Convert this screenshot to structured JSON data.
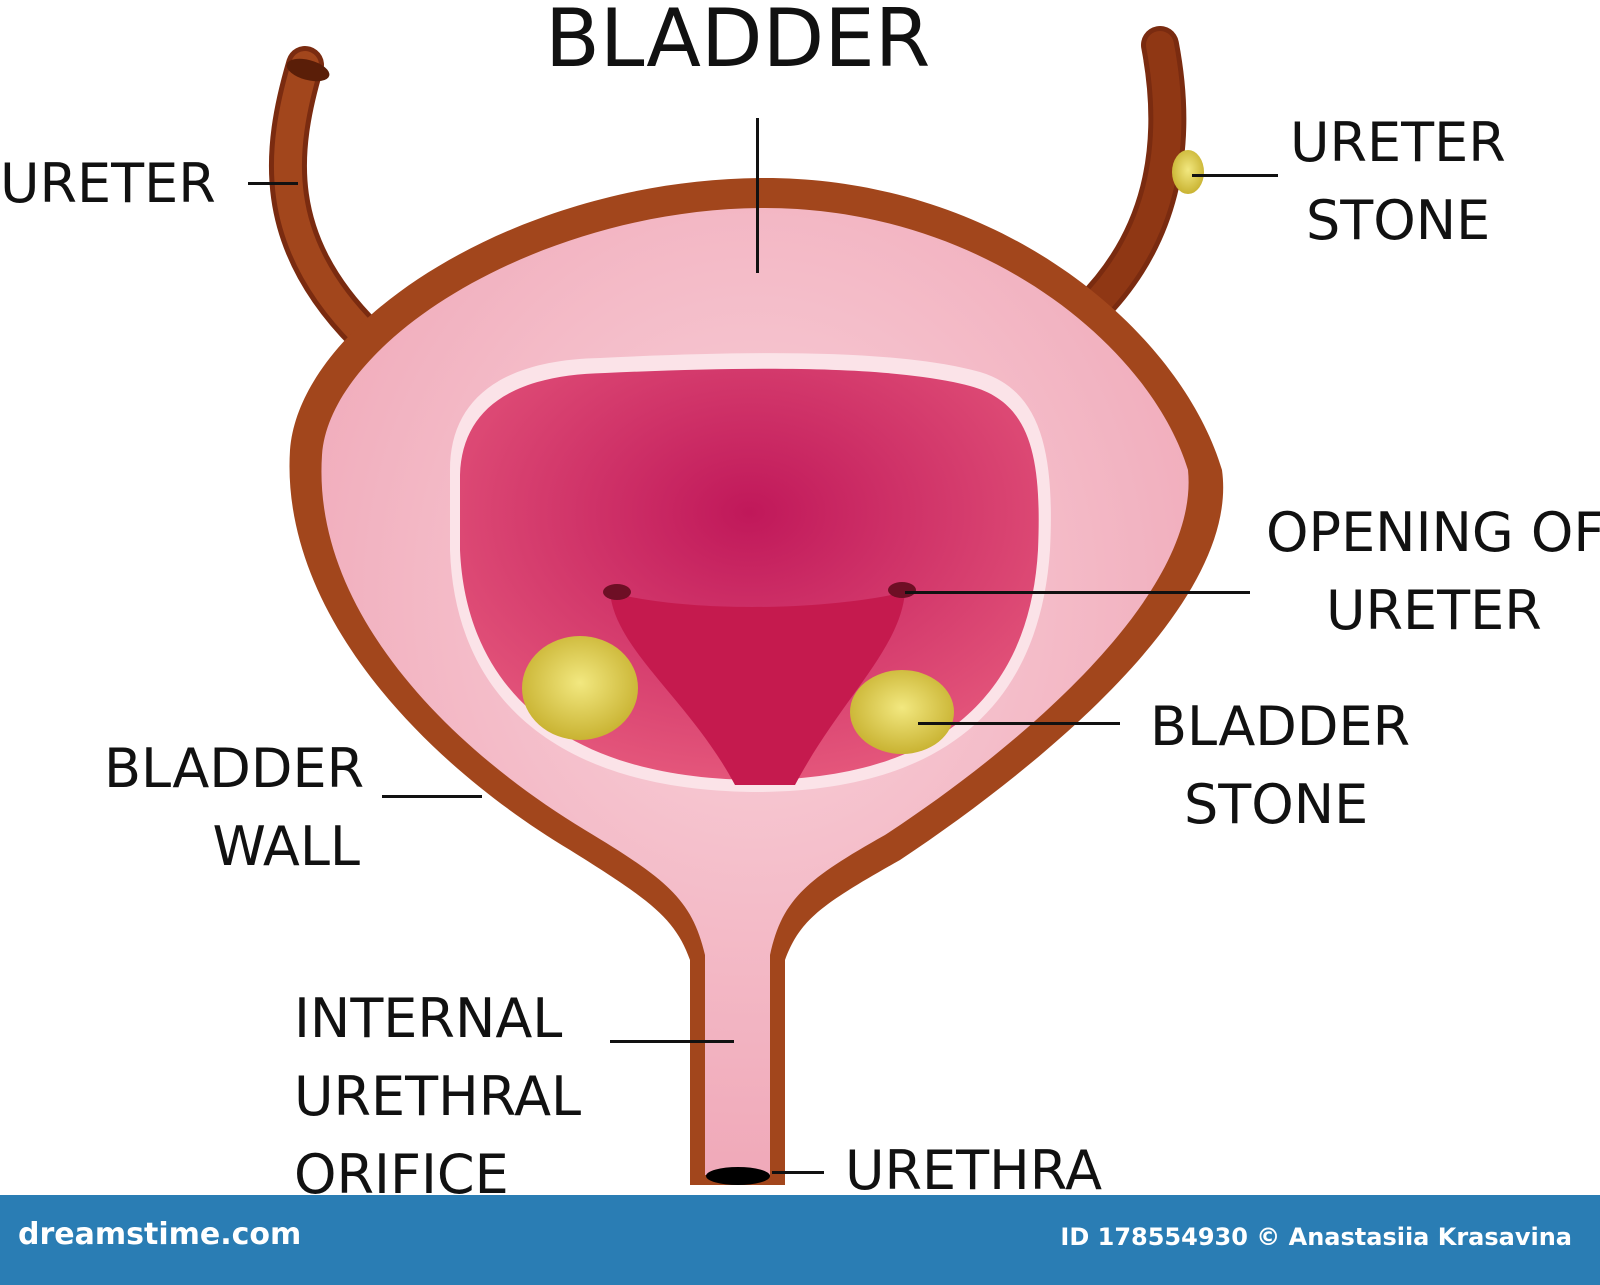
{
  "title": "BLADDER",
  "labels": {
    "ureter": "URETER",
    "ureter_stone": [
      "URETER",
      "STONE"
    ],
    "opening_of_ureter": [
      "OPENING OF",
      "URETER"
    ],
    "bladder_stone": [
      "BLADDER",
      "STONE"
    ],
    "bladder_wall": [
      "BLADDER",
      "WALL"
    ],
    "internal_urethral_orifice": [
      "INTERNAL",
      "URETHRAL",
      "ORIFICE"
    ],
    "urethra": "URETHRA"
  },
  "footer": {
    "brand": "dreamstime.com",
    "credit": "ID 178554930 © Anastasiia Krasavina"
  },
  "colors": {
    "wall": "#a2461c",
    "inner_pink": "#f4b3c0",
    "trigone": "#c8184a",
    "stone": "#d7c84a",
    "footer": "#2a7db4"
  }
}
